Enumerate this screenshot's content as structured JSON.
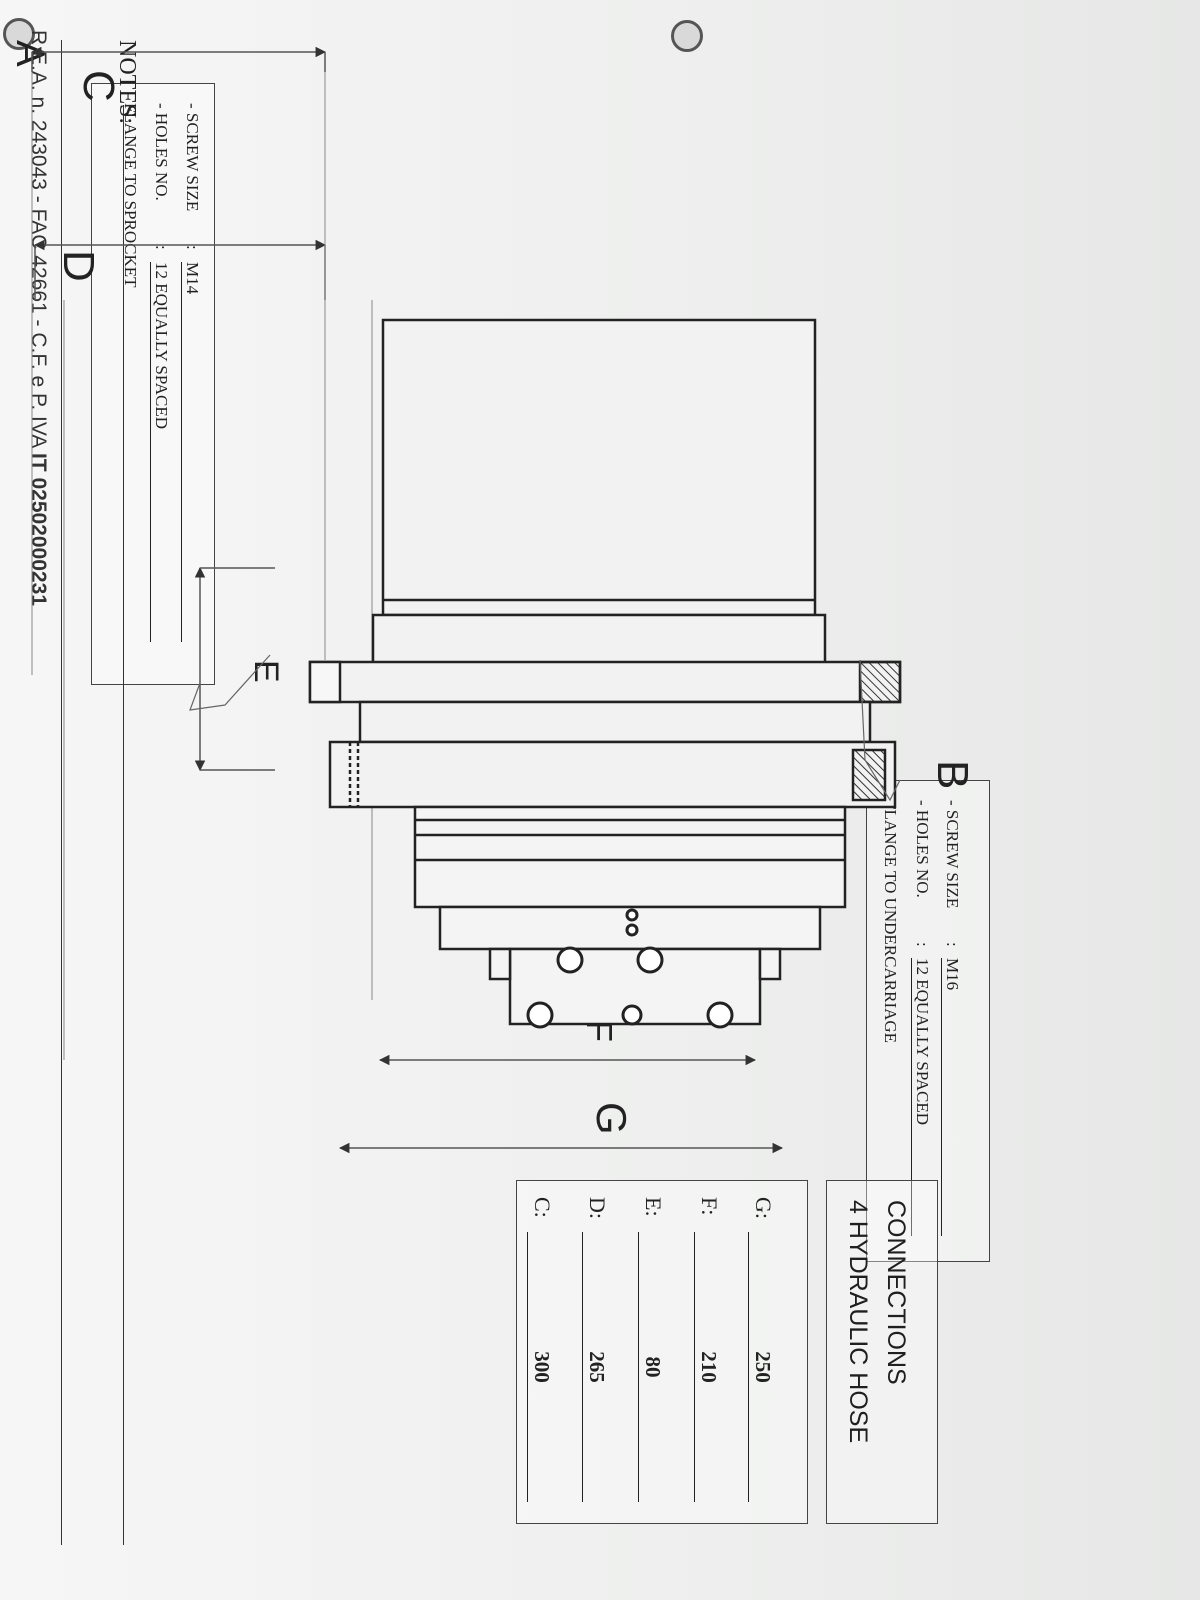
{
  "header": {
    "rea": "R.E.A. n. 243043 - FAC 42661 - C.F. e P. IVA",
    "piva": "IT 02502000231"
  },
  "flange_sprocket": {
    "title": "FLANGE TO SPROCKET",
    "holes_label": "- HOLES NO.",
    "holes_value": "12 EQUALLY SPACED",
    "screw_label": "- SCREW SIZE",
    "screw_value": "M14"
  },
  "flange_undercarriage": {
    "title": "FLANGE TO UNDERCARRIAGE",
    "holes_label": "- HOLES NO.",
    "holes_value": "12 EQUALLY SPACED",
    "screw_label": "- SCREW SIZE",
    "screw_value": "M16"
  },
  "dimensions": [
    {
      "label": "C:",
      "value": "300"
    },
    {
      "label": "D:",
      "value": "265"
    },
    {
      "label": "E:",
      "value": "80"
    },
    {
      "label": "F:",
      "value": "210"
    },
    {
      "label": "G:",
      "value": "250"
    }
  ],
  "hydraulic": {
    "line1": "4 HYDRAULIC HOSE",
    "line2": "CONNECTIONS"
  },
  "notes": {
    "label": "NOTES:"
  },
  "letters": {
    "a": "A",
    "b": "B",
    "c": "C",
    "d": "D",
    "e": "E",
    "f": "F",
    "g": "G"
  }
}
